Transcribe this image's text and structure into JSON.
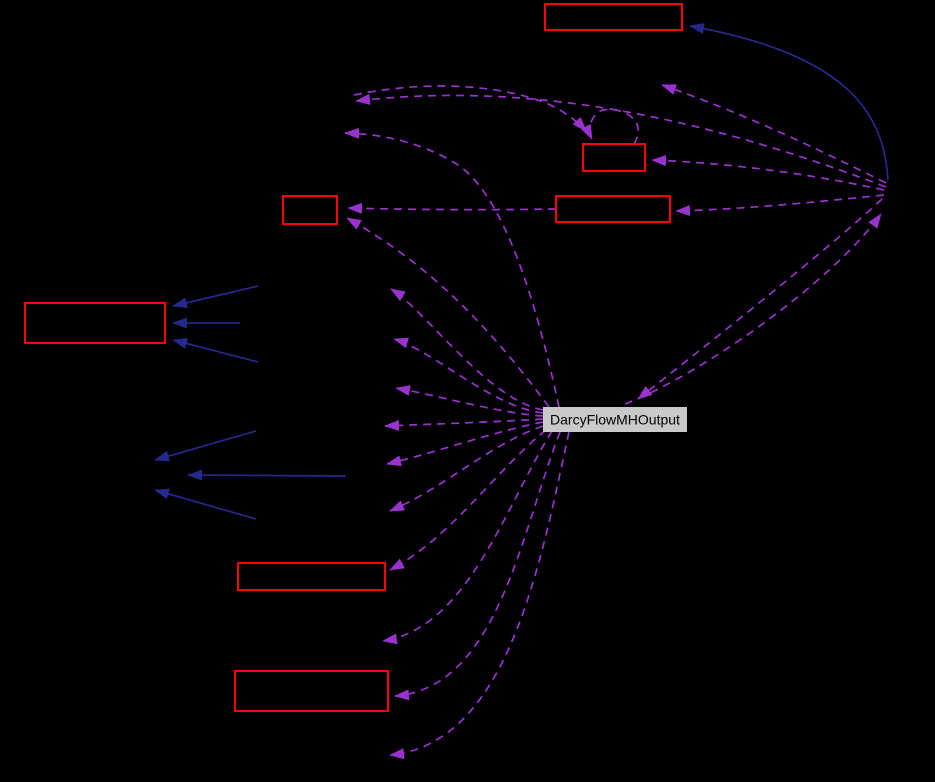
{
  "diagram": {
    "type": "collaboration-graph",
    "central_node": {
      "label": "DarcyFlowMHOutput",
      "fill": "#c9c9c9",
      "text_color": "#000000"
    },
    "colors": {
      "background": "#000000",
      "node_border": "#ff0000",
      "usage_edge": "#9a32cd",
      "inheritance_edge": "#232a8c"
    },
    "nodes": {
      "labeled": [
        "DarcyFlowMHOutput"
      ],
      "unlabeled_red_box_count": 7
    }
  }
}
